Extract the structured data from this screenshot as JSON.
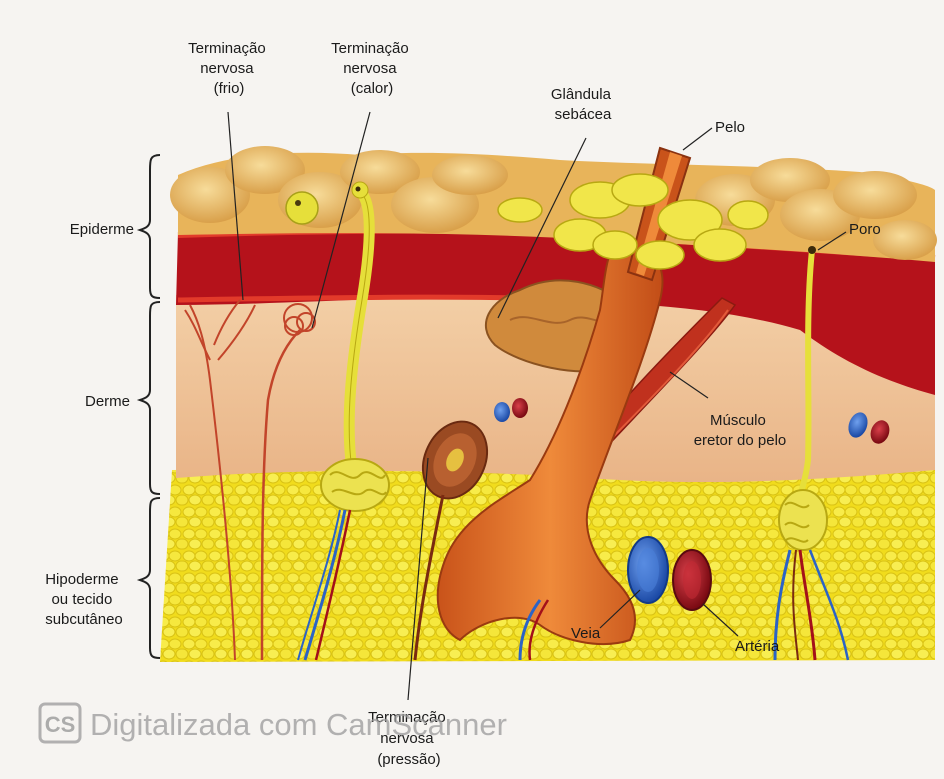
{
  "labels": {
    "term_frio": [
      "Terminação",
      "nervosa",
      "(frio)"
    ],
    "term_calor": [
      "Terminação",
      "nervosa",
      "(calor)"
    ],
    "glandula": [
      "Glândula",
      "sebácea"
    ],
    "pelo": "Pelo",
    "poro": "Poro",
    "epiderme": "Epiderme",
    "derme": "Derme",
    "hipoderme": [
      "Hipoderme",
      "ou tecido",
      "subcutâneo"
    ],
    "musculo": [
      "Músculo",
      "eretor do pelo"
    ],
    "veia": "Veia",
    "arteria": "Artéria",
    "term_pressao": [
      "Terminação",
      "nervosa",
      "(pressão)"
    ]
  },
  "watermark": {
    "badge": "CS",
    "text": "Digitalizada com CamScanner"
  },
  "colors": {
    "epidermis": "#e8b45a",
    "red_layer": "#b5121b",
    "dermis": "#f0c49a",
    "fat": "#f3e21f",
    "hair": "#d4601e",
    "vein": "#2b63c6",
    "artery": "#a3101a",
    "nerve": "#e6df3a"
  }
}
